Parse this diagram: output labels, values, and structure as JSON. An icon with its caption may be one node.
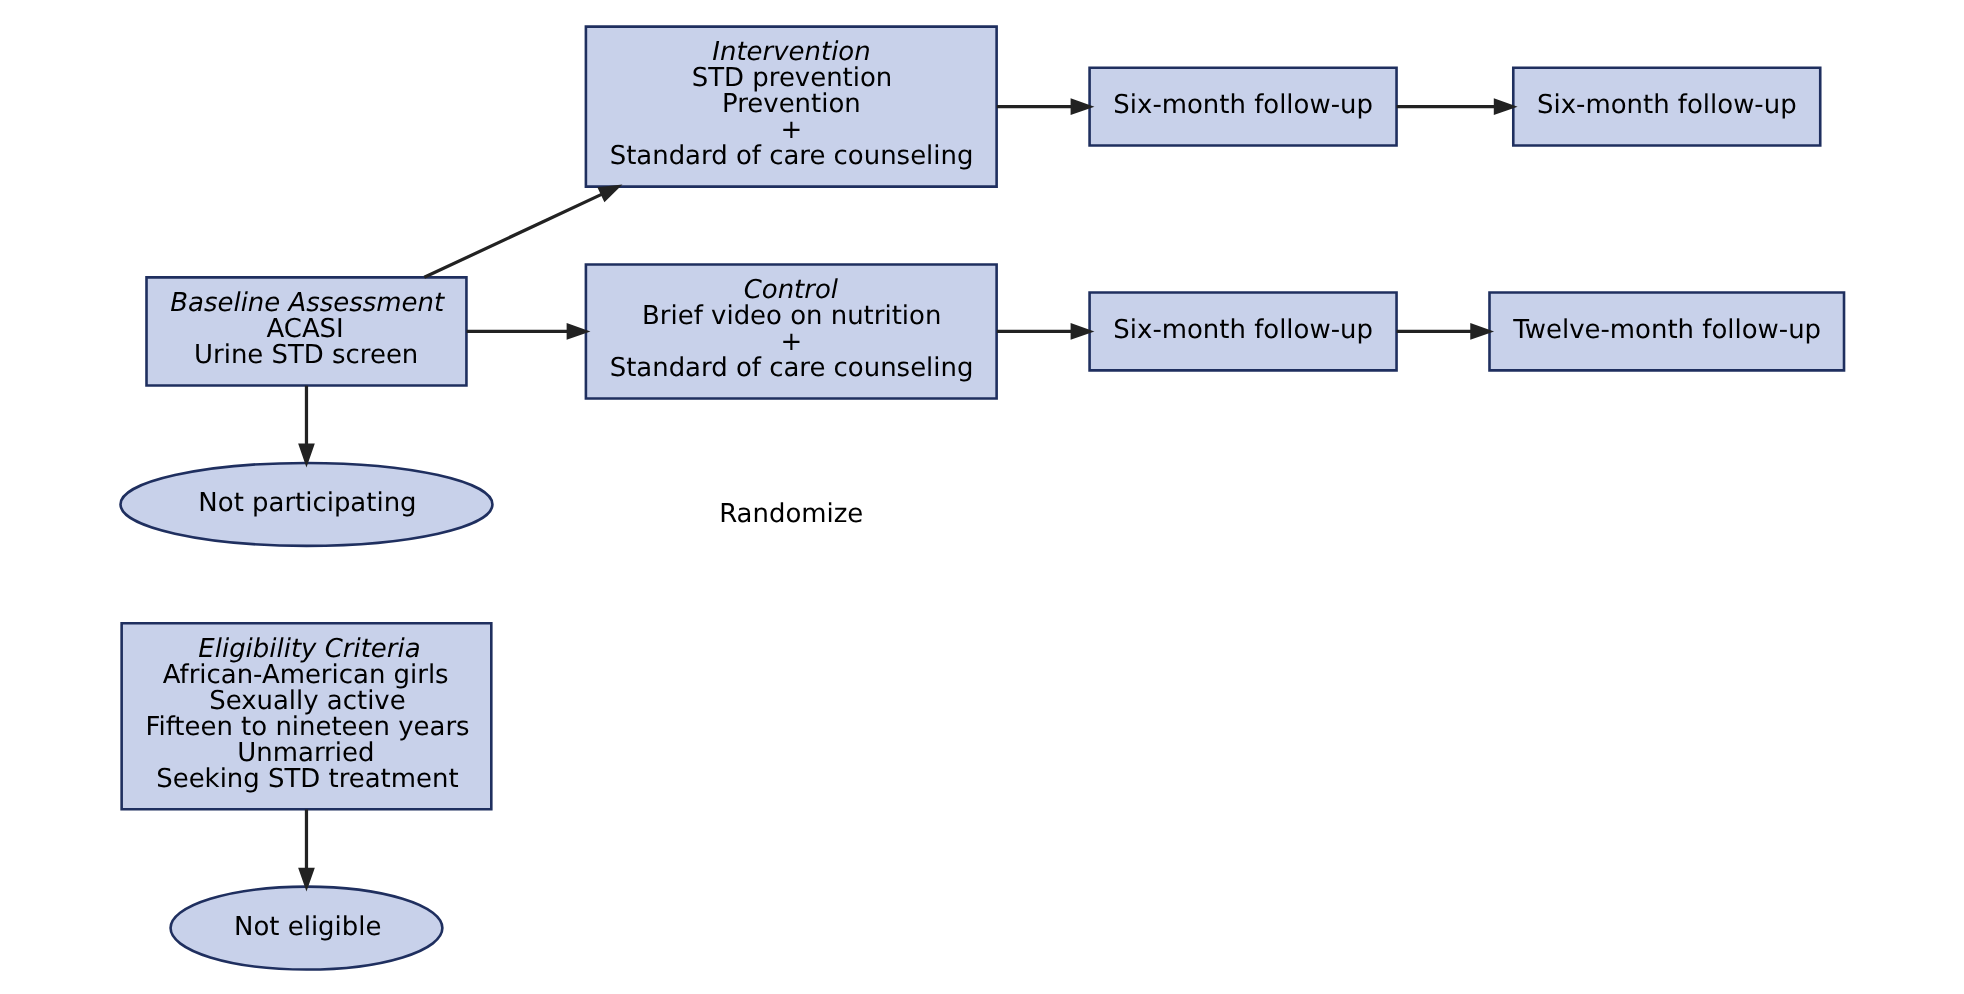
{
  "diagram": {
    "nodes": [
      {
        "text": [
          "Not eligible"
        ]
      },
      {
        "text": [
          "Not participating"
        ]
      },
      {
        "text": [
          "Eligibility Criteria",
          "African-American girls",
          "Sexually active",
          "Fifteen to nineteen years",
          "Unmarried",
          "Seeking STD treatment"
        ]
      },
      {
        "text": [
          "Baseline Assessment",
          "ACASI",
          "Urine STD screen"
        ]
      },
      {
        "text": [
          "Intervention",
          "STD prevention",
          "Prevention",
          "+",
          "Standard of care counseling"
        ]
      },
      {
        "text": [
          "Six-month follow-up"
        ]
      },
      {
        "text": [
          "Six-month follow-up"
        ]
      },
      {
        "text": [
          "Control",
          "Brief video on nutrition",
          "+",
          "Standard of care counseling"
        ]
      },
      {
        "text": [
          "Six-month follow-up"
        ]
      },
      {
        "text": [
          "Twelve-month follow-up"
        ]
      }
    ],
    "edges": [
      {
        "from": 2,
        "to": 0,
        "arrow": "to"
      },
      {
        "from": 3,
        "to": 1,
        "arrow": "to"
      },
      {
        "from": 3,
        "to": 4,
        "arrow": "to"
      },
      {
        "from": 3,
        "to": 7,
        "arrow": "to"
      },
      {
        "from": 4,
        "to": 5,
        "arrow": "to"
      },
      {
        "from": 5,
        "to": 6,
        "arrow": "to"
      },
      {
        "from": 7,
        "to": 8,
        "arrow": "to"
      },
      {
        "from": 8,
        "to": 9,
        "arrow": "to"
      }
    ],
    "labels": [
      "Randomize"
    ]
  }
}
